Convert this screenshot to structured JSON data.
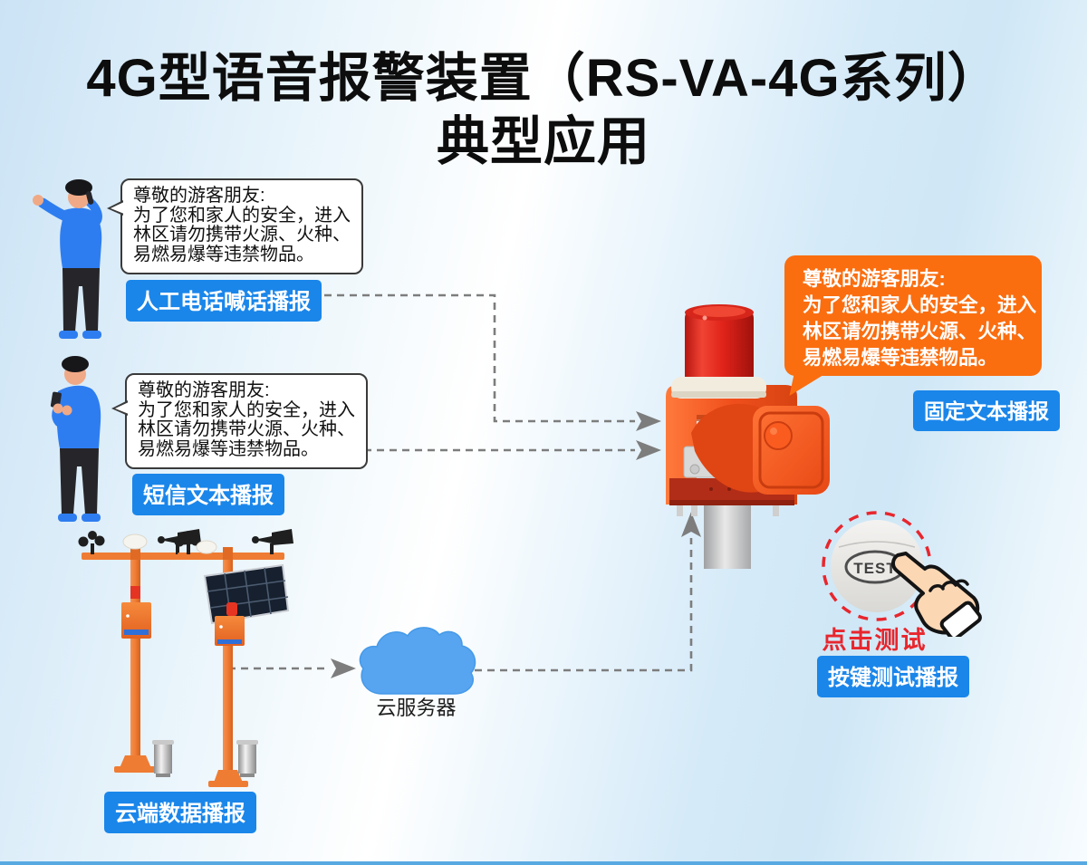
{
  "title": {
    "line1": "4G型语音报警装置（RS-VA-4G系列）",
    "line2": "典型应用"
  },
  "announcement": {
    "line1": "尊敬的游客朋友:",
    "line2": "为了您和家人的安全，进入",
    "line3": "林区请勿携带火源、火种、",
    "line4": "易燃易爆等违禁物品。"
  },
  "labels": {
    "phone_call": "人工电话喊话播报",
    "sms": "短信文本播报",
    "cloud_data": "云端数据播报",
    "fixed_text": "固定文本播报",
    "key_test": "按键测试播报"
  },
  "cloud": {
    "label": "云服务器"
  },
  "test": {
    "button_text": "TEST",
    "caption": "点击测试"
  },
  "colors": {
    "label_blue": "#1a86ea",
    "bubble_orange": "#fa6e10",
    "device_orange": "#f3501d",
    "beacon_red": "#e6281c",
    "alert_red": "#e8262d",
    "arrow_gray": "#7d7d7d",
    "cloud_blue": "#57a4f0",
    "person_blue": "#2e7df0",
    "bottom_bar_blue": "#58a9e2"
  }
}
